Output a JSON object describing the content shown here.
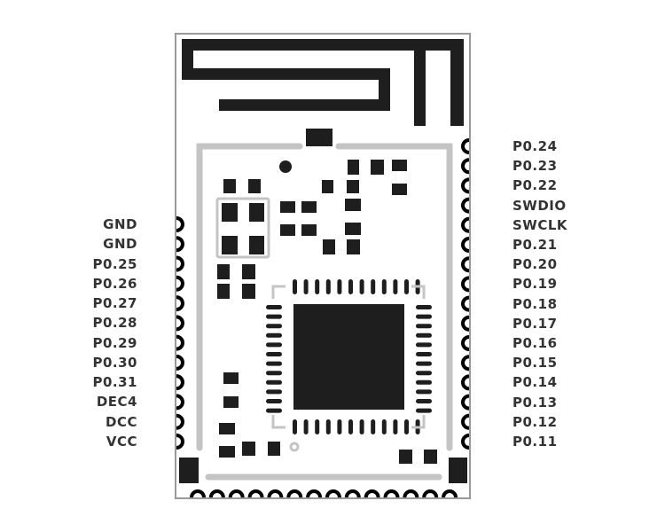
{
  "left_pins": [
    "GND",
    "GND",
    "P0.25",
    "P0.26",
    "P0.27",
    "P0.28",
    "P0.29",
    "P0.30",
    "P0.31",
    "DEC4",
    "DCC",
    "VCC"
  ],
  "right_pins": [
    "P0.24",
    "P0.23",
    "P0.22",
    "SWDIO",
    "SWCLK",
    "P0.21",
    "P0.20",
    "P0.19",
    "P0.18",
    "P0.17",
    "P0.16",
    "P0.15",
    "P0.14",
    "P0.13",
    "P0.12",
    "P0.11"
  ],
  "colors": {
    "copper": "#1e1e1e",
    "silkscreen": "#c4c4c4",
    "outline": "#999999",
    "label": "#333333"
  }
}
